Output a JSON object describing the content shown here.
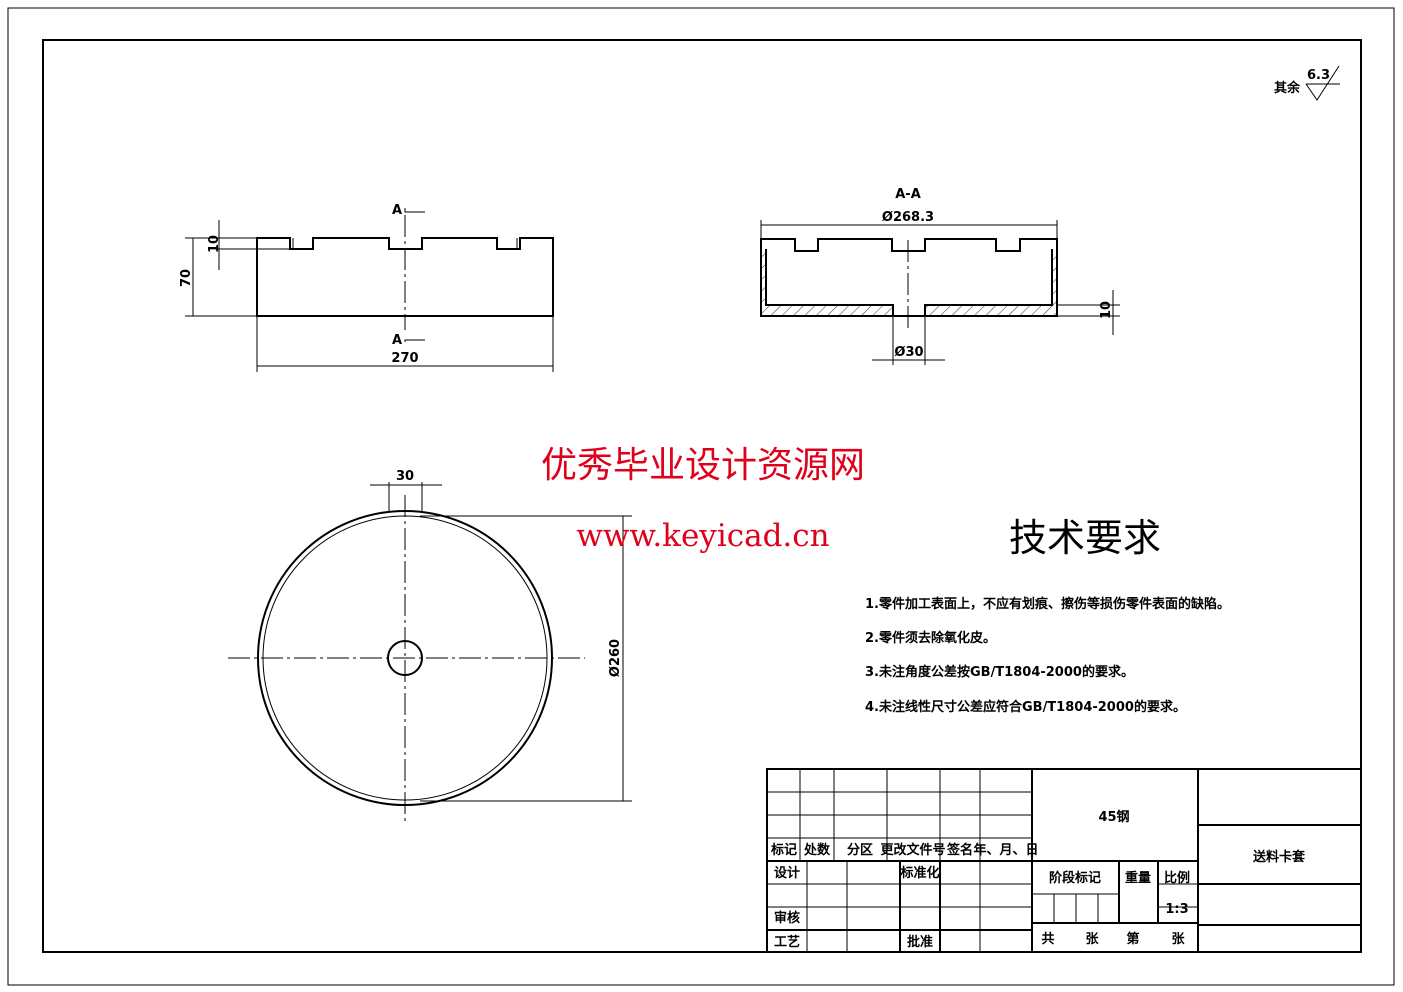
{
  "roughness": {
    "label": "其余",
    "value": "6.3"
  },
  "front_view": {
    "section_mark_top": "A",
    "section_mark_bottom": "A",
    "dim_slot_depth": "10",
    "dim_height": "70",
    "dim_width": "270"
  },
  "section_view": {
    "title": "A-A",
    "dim_diameter": "Ø268.3",
    "dim_hole": "Ø30",
    "dim_floor": "10"
  },
  "top_view": {
    "dim_slot_width": "30",
    "dim_diameter": "Ø260"
  },
  "watermark": {
    "line1": "优秀毕业设计资源网",
    "line2": "www.keyicad.cn",
    "color": "#e0001b"
  },
  "tech_requirements": {
    "title": "技术要求",
    "items": [
      "1.零件加工表面上，不应有划痕、擦伤等损伤零件表面的缺陷。",
      "2.零件须去除氧化皮。",
      "3.未注角度公差按GB/T1804-2000的要求。",
      "4.未注线性尺寸公差应符合GB/T1804-2000的要求。"
    ]
  },
  "title_block": {
    "headers": [
      "标记",
      "处数",
      "分区",
      "更改文件号",
      "签名",
      "年、月、日"
    ],
    "design": "设计",
    "standardization": "标准化",
    "review": "审核",
    "process": "工艺",
    "approve": "批准",
    "material": "45钢",
    "stage_mark": "阶段标记",
    "weight": "重量",
    "scale_label": "比例",
    "scale": "1:3",
    "total": "共",
    "sheets": "张",
    "sheet_no": "第",
    "sheet": "张",
    "part_name": "送料卡套"
  }
}
